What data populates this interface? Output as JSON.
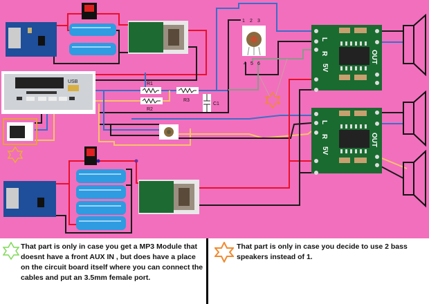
{
  "diagram": {
    "labels": {
      "r1": "R1",
      "r2": "R2",
      "r3": "R3",
      "c1": "C1",
      "pot_pins_top": [
        "1",
        "2",
        "3"
      ],
      "pot_pins_bottom": [
        "4",
        "5",
        "6"
      ],
      "amp_left": "L",
      "amp_right": "R",
      "amp_power": "5V",
      "amp_out": "OUT",
      "mp3_usb": "USB"
    },
    "colors": {
      "background": "#f26fbd",
      "wire_red": "#e8102a",
      "wire_black": "#1a1a1a",
      "wire_blue": "#3a6fc9",
      "wire_yellow": "#f7c46a",
      "wire_gray": "#8a9a8a",
      "star_green": "#7ed957",
      "star_orange": "#f08a30"
    }
  },
  "notes": {
    "left": "That part is only in case you get a MP3 Module that doesnt have a front AUX IN , but does have a place on the circuit board itself where you can connect the cables and put an 3.5mm female port.",
    "right": "That part is only in case you decide to use 2 bass speakers instead of 1."
  }
}
